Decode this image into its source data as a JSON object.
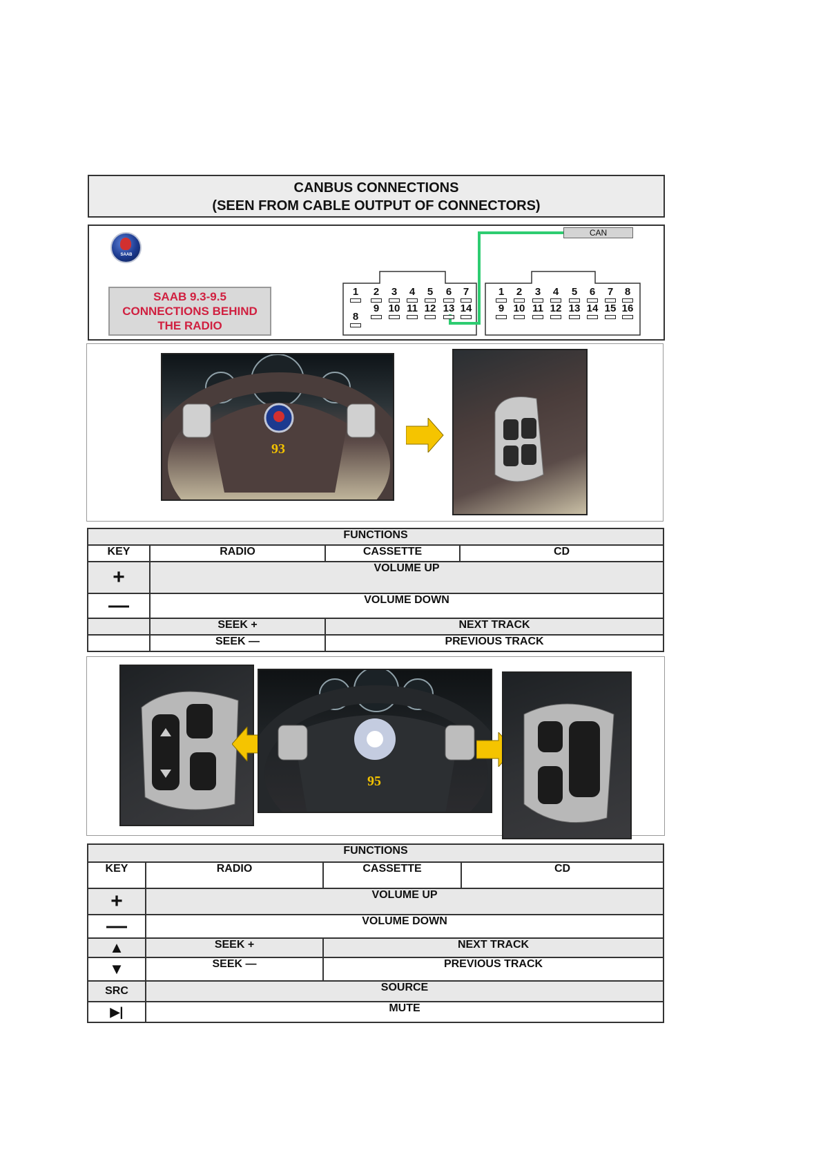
{
  "title": {
    "line1": "CANBUS CONNECTIONS",
    "line2": "(SEEN FROM CABLE OUTPUT OF CONNECTORS)"
  },
  "connector_panel": {
    "logo_text": "SAAB",
    "model_label": [
      "SAAB 9.3-9.5",
      "CONNECTIONS BEHIND",
      "THE RADIO"
    ],
    "can_label": "CAN",
    "connector_left_top": [
      "1",
      "2",
      "3",
      "4",
      "5",
      "6",
      "7"
    ],
    "connector_left_bottom": [
      "8",
      "9",
      "10",
      "11",
      "12",
      "13",
      "14"
    ],
    "connector_right_top": [
      "1",
      "2",
      "3",
      "4",
      "5",
      "6",
      "7",
      "8"
    ],
    "connector_right_bottom": [
      "9",
      "10",
      "11",
      "12",
      "13",
      "14",
      "15",
      "16"
    ],
    "wire_color": "#2ecc71"
  },
  "photos_93": {
    "model_badge": "93"
  },
  "table_93": {
    "header": "FUNCTIONS",
    "columns": [
      "KEY",
      "RADIO",
      "CASSETTE",
      "CD"
    ],
    "rows": [
      {
        "key": "+",
        "text": "VOLUME UP"
      },
      {
        "key": "—",
        "text": "VOLUME DOWN"
      },
      {
        "key": "",
        "radio": "SEEK +",
        "other": "NEXT TRACK"
      },
      {
        "key": "",
        "radio": "SEEK —",
        "other": "PREVIOUS TRACK"
      }
    ]
  },
  "photos_95": {
    "model_badge": "95"
  },
  "table_95": {
    "header": "FUNCTIONS",
    "columns": [
      "KEY",
      "RADIO",
      "CASSETTE",
      "CD"
    ],
    "rows": [
      {
        "key": "+",
        "text": "VOLUME UP"
      },
      {
        "key": "—",
        "text": "VOLUME DOWN"
      },
      {
        "key": "▲",
        "radio": "SEEK +",
        "other": "NEXT TRACK"
      },
      {
        "key": "▼",
        "radio": "SEEK —",
        "other": "PREVIOUS TRACK"
      },
      {
        "key": "SRC",
        "text": "SOURCE"
      },
      {
        "key": "▶|",
        "text": "MUTE"
      }
    ]
  },
  "colors": {
    "accent_red": "#d02040",
    "arrow_yellow": "#f5c400"
  }
}
